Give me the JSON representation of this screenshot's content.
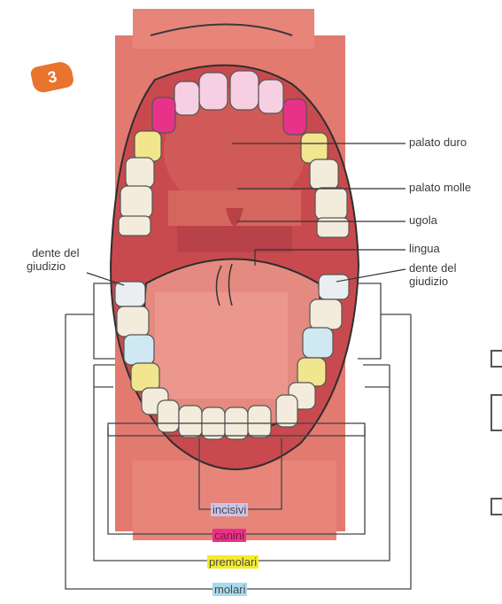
{
  "figure_number": "3",
  "labels": {
    "palato_duro": "palato duro",
    "palato_molle": "palato molle",
    "ugola": "ugola",
    "lingua": "lingua",
    "dente_giudizio_left_line1": "dente del",
    "dente_giudizio_left_line2": "giudizio",
    "dente_giudizio_right_line1": "dente del",
    "dente_giudizio_right_line2": "giudizio"
  },
  "tooth_groups": [
    {
      "name": "incisivi",
      "color": "#c9c4ea"
    },
    {
      "name": "canini",
      "color": "#e8328a"
    },
    {
      "name": "premolari",
      "color": "#f4ec2a"
    },
    {
      "name": "molari",
      "color": "#a9d9ec"
    }
  ],
  "colors": {
    "mouth_dark": "#c9494c",
    "mouth_mid": "#d9645f",
    "mouth_light": "#e98b83",
    "lips": "#e47a70",
    "tongue": "#ee9d93",
    "tooth": "#f3ecdc",
    "incisor_tint": "#f3c6de",
    "canine_tint": "#e8328a",
    "premolar_tint": "#f4ec2a",
    "molar_tint": "#a9d9ec"
  }
}
